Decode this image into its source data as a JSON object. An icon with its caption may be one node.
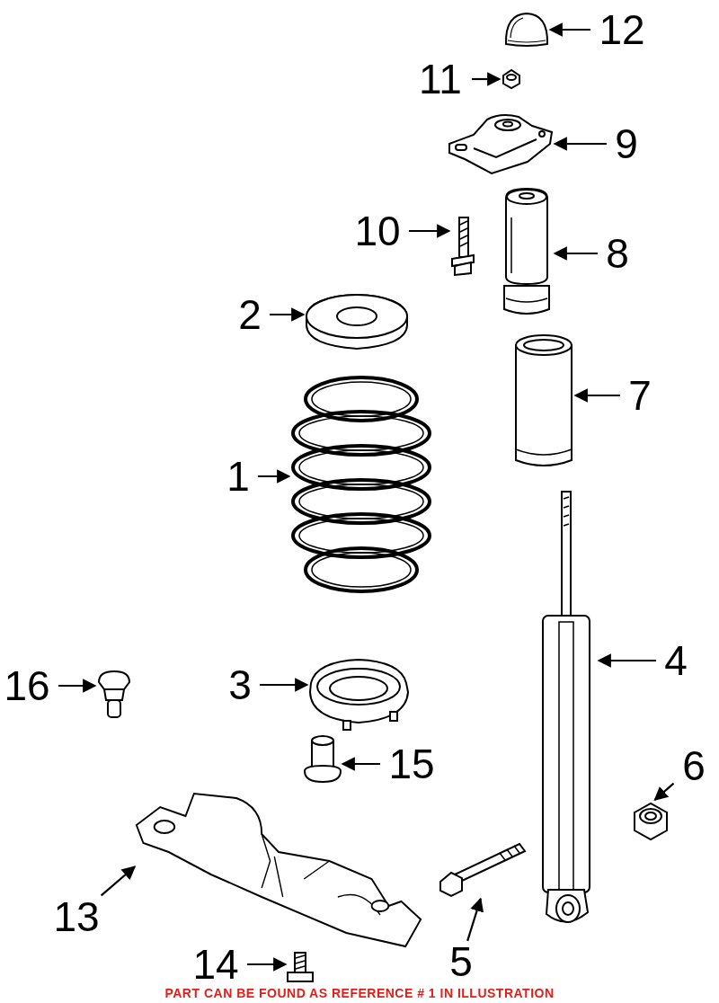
{
  "diagram": {
    "caption": "PART CAN BE FOUND AS REFERENCE # 1 IN ILLUSTRATION",
    "nodes": [
      {
        "text": [
          "12"
        ]
      },
      {
        "text": [
          "11"
        ]
      },
      {
        "text": [
          "9"
        ]
      },
      {
        "text": [
          "10"
        ]
      },
      {
        "text": [
          "8"
        ]
      },
      {
        "text": [
          "2"
        ]
      },
      {
        "text": [
          "7"
        ]
      },
      {
        "text": [
          "1"
        ]
      },
      {
        "text": [
          "4"
        ]
      },
      {
        "text": [
          "16"
        ]
      },
      {
        "text": [
          "3"
        ]
      },
      {
        "text": [
          "15"
        ]
      },
      {
        "text": [
          "6"
        ]
      },
      {
        "text": [
          "13"
        ]
      },
      {
        "text": [
          "5"
        ]
      },
      {
        "text": [
          "14"
        ]
      },
      {
        "text": [],
        "shape": "picture"
      },
      {
        "text": [],
        "shape": "picture"
      },
      {
        "text": [],
        "shape": "picture"
      },
      {
        "text": [],
        "shape": "picture"
      },
      {
        "text": [],
        "shape": "picture"
      },
      {
        "text": [],
        "shape": "picture"
      },
      {
        "text": [],
        "shape": "picture"
      },
      {
        "text": [],
        "shape": "picture"
      },
      {
        "text": [],
        "shape": "picture"
      },
      {
        "text": [],
        "shape": "picture"
      },
      {
        "text": [],
        "shape": "picture"
      },
      {
        "text": [],
        "shape": "picture"
      },
      {
        "text": [],
        "shape": "picture"
      },
      {
        "text": [],
        "shape": "picture"
      },
      {
        "text": [],
        "shape": "picture"
      },
      {
        "text": [],
        "shape": "picture"
      }
    ],
    "edges": [
      {
        "from": 0,
        "to": 16,
        "arrow": "to"
      },
      {
        "from": 1,
        "to": 17,
        "arrow": "to"
      },
      {
        "from": 2,
        "to": 18,
        "arrow": "to"
      },
      {
        "from": 3,
        "to": 19,
        "arrow": "to"
      },
      {
        "from": 4,
        "to": 20,
        "arrow": "to"
      },
      {
        "from": 5,
        "to": 21,
        "arrow": "to"
      },
      {
        "from": 6,
        "to": 22,
        "arrow": "to"
      },
      {
        "from": 7,
        "to": 23,
        "arrow": "to"
      },
      {
        "from": 8,
        "to": 24,
        "arrow": "to"
      },
      {
        "from": 9,
        "to": 25,
        "arrow": "to"
      },
      {
        "from": 10,
        "to": 26,
        "arrow": "to"
      },
      {
        "from": 11,
        "to": 27,
        "arrow": "to"
      },
      {
        "from": 12,
        "to": 28,
        "arrow": "to"
      },
      {
        "from": 13,
        "to": 29,
        "arrow": "to"
      },
      {
        "from": 14,
        "to": 30,
        "arrow": "to"
      },
      {
        "from": 15,
        "to": 31,
        "arrow": "to"
      }
    ]
  }
}
